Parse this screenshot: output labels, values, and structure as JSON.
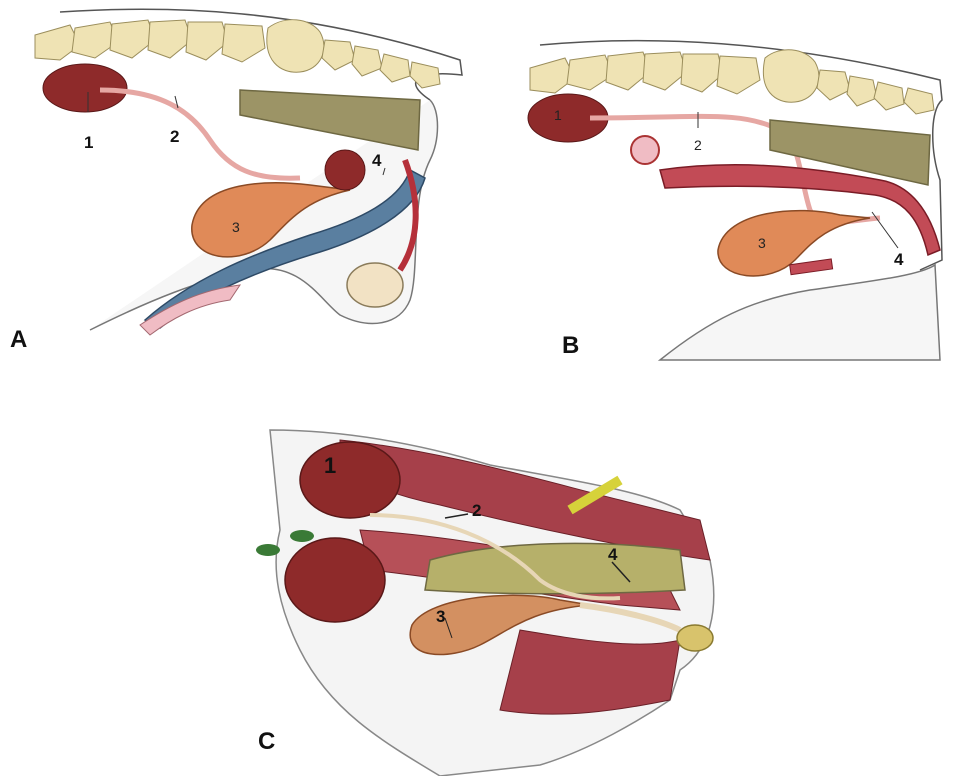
{
  "panels": [
    {
      "id": "A",
      "label": "A",
      "callouts": {
        "c1": "1",
        "c2": "2",
        "c3": "3",
        "c4": "4"
      }
    },
    {
      "id": "B",
      "label": "B",
      "callouts": {
        "c1": "1",
        "c2": "2",
        "c3": "3",
        "c4": "4"
      }
    },
    {
      "id": "C",
      "label": "C",
      "callouts": {
        "c1": "1",
        "c2": "2",
        "c3": "3",
        "c4": "4"
      }
    }
  ],
  "colors": {
    "vertebra": "#efe3b4",
    "kidney": "#8e2a2a",
    "ureter": "#e6a7a3",
    "bladder": "#e08a58",
    "rectum": "#9c9466",
    "penis_blue": "#5a7fa0",
    "vessel": "#b5303a",
    "muscle": "#a6404a",
    "testis": "#f2e2c4",
    "colon_C": "#b6b06a"
  }
}
